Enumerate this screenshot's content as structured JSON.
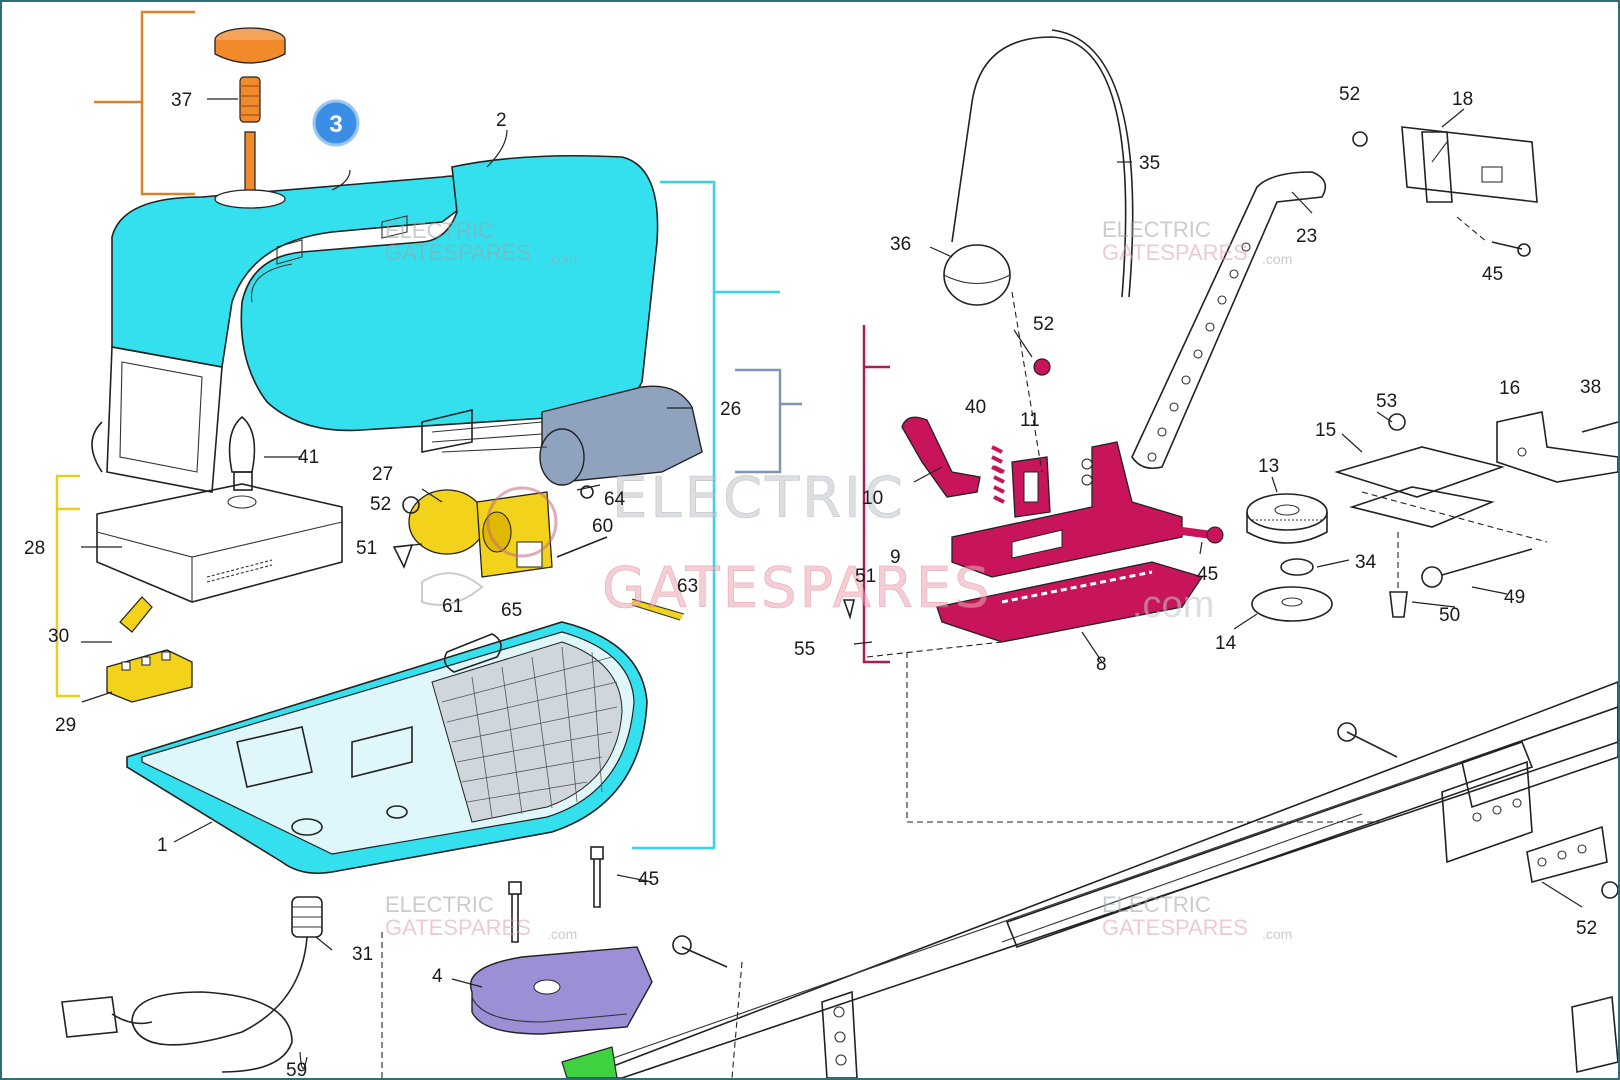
{
  "labels": {
    "p1": "1",
    "p2": "2",
    "p4": "4",
    "p8": "8",
    "p9": "9",
    "p10": "10",
    "p11": "11",
    "p13": "13",
    "p14": "14",
    "p15": "15",
    "p16": "16",
    "p18": "18",
    "p23": "23",
    "p26": "26",
    "p27": "27",
    "p28": "28",
    "p29": "29",
    "p30": "30",
    "p31": "31",
    "p34": "34",
    "p35": "35",
    "p36": "36",
    "p37": "37",
    "p38": "38",
    "p40": "40",
    "p41": "41",
    "p45a": "45",
    "p45b": "45",
    "p45c": "45",
    "p49": "49",
    "p50": "50",
    "p51a": "51",
    "p51b": "51",
    "p52a": "52",
    "p52b": "52",
    "p52c": "52",
    "p52d": "52",
    "p53": "53",
    "p55": "55",
    "p59": "59",
    "p60": "60",
    "p61": "61",
    "p63": "63",
    "p64": "64",
    "p65": "65"
  },
  "badge": "3",
  "watermark": {
    "main_line1": "ELECTRIC",
    "main_line2": "GATESPARES",
    "main_com": ".com",
    "small_line1": "ELECTRIC",
    "small_line2": "GATESPARES",
    "small_com": ".com"
  },
  "colors": {
    "cover_cyan": "#35e0ee",
    "orange": "#f08a2a",
    "yellow": "#f2d21a",
    "magenta": "#c8145a",
    "purple": "#9c8fd6",
    "slate_blue": "#8fa3bf",
    "green": "#3fd13f",
    "badge_blue": "#3a8ee6"
  },
  "icons": [
    "orange-cap-icon",
    "spring-icon",
    "bulb-icon",
    "plug-icon",
    "emergency-release-ball-icon"
  ]
}
